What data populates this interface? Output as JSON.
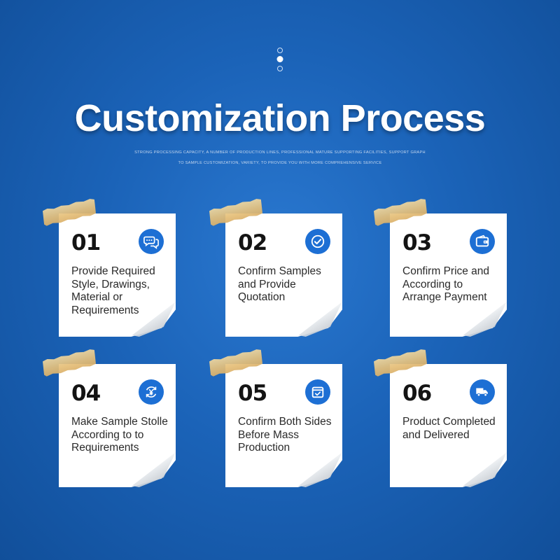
{
  "title": "Customization Process",
  "subtitle_line1": "STRONG PROCESSING CAPACITY, A NUMBER OF PRODUCTION LINES, PROFESSIONAL MATURE SUPPORTING FACILITIES, SUPPORT GRAPH",
  "subtitle_line2": "TO SAMPLE CUSTOMIZATION, VARIETY, TO PROVIDE YOU WITH MORE COMPREHENSIVE SERVICE",
  "colors": {
    "background": "#1b63b8",
    "icon": "#1d6fd4",
    "tape": "#e6c07a"
  },
  "steps": [
    {
      "number": "01",
      "text": "Provide Required Style, Drawings, Material or Requirements",
      "icon": "chat-bubbles-icon"
    },
    {
      "number": "02",
      "text": "Confirm Samples and Provide Quotation",
      "icon": "check-circle-icon"
    },
    {
      "number": "03",
      "text": "Confirm Price and According to Arrange Payment",
      "icon": "wallet-icon"
    },
    {
      "number": "04",
      "text": "Make Sample Stolle According to to Requirements",
      "icon": "yen-refresh-icon"
    },
    {
      "number": "05",
      "text": "Confirm Both Sides Before Mass Production",
      "icon": "calendar-check-icon"
    },
    {
      "number": "06",
      "text": "Product Completed and Delivered",
      "icon": "delivery-truck-icon"
    }
  ]
}
